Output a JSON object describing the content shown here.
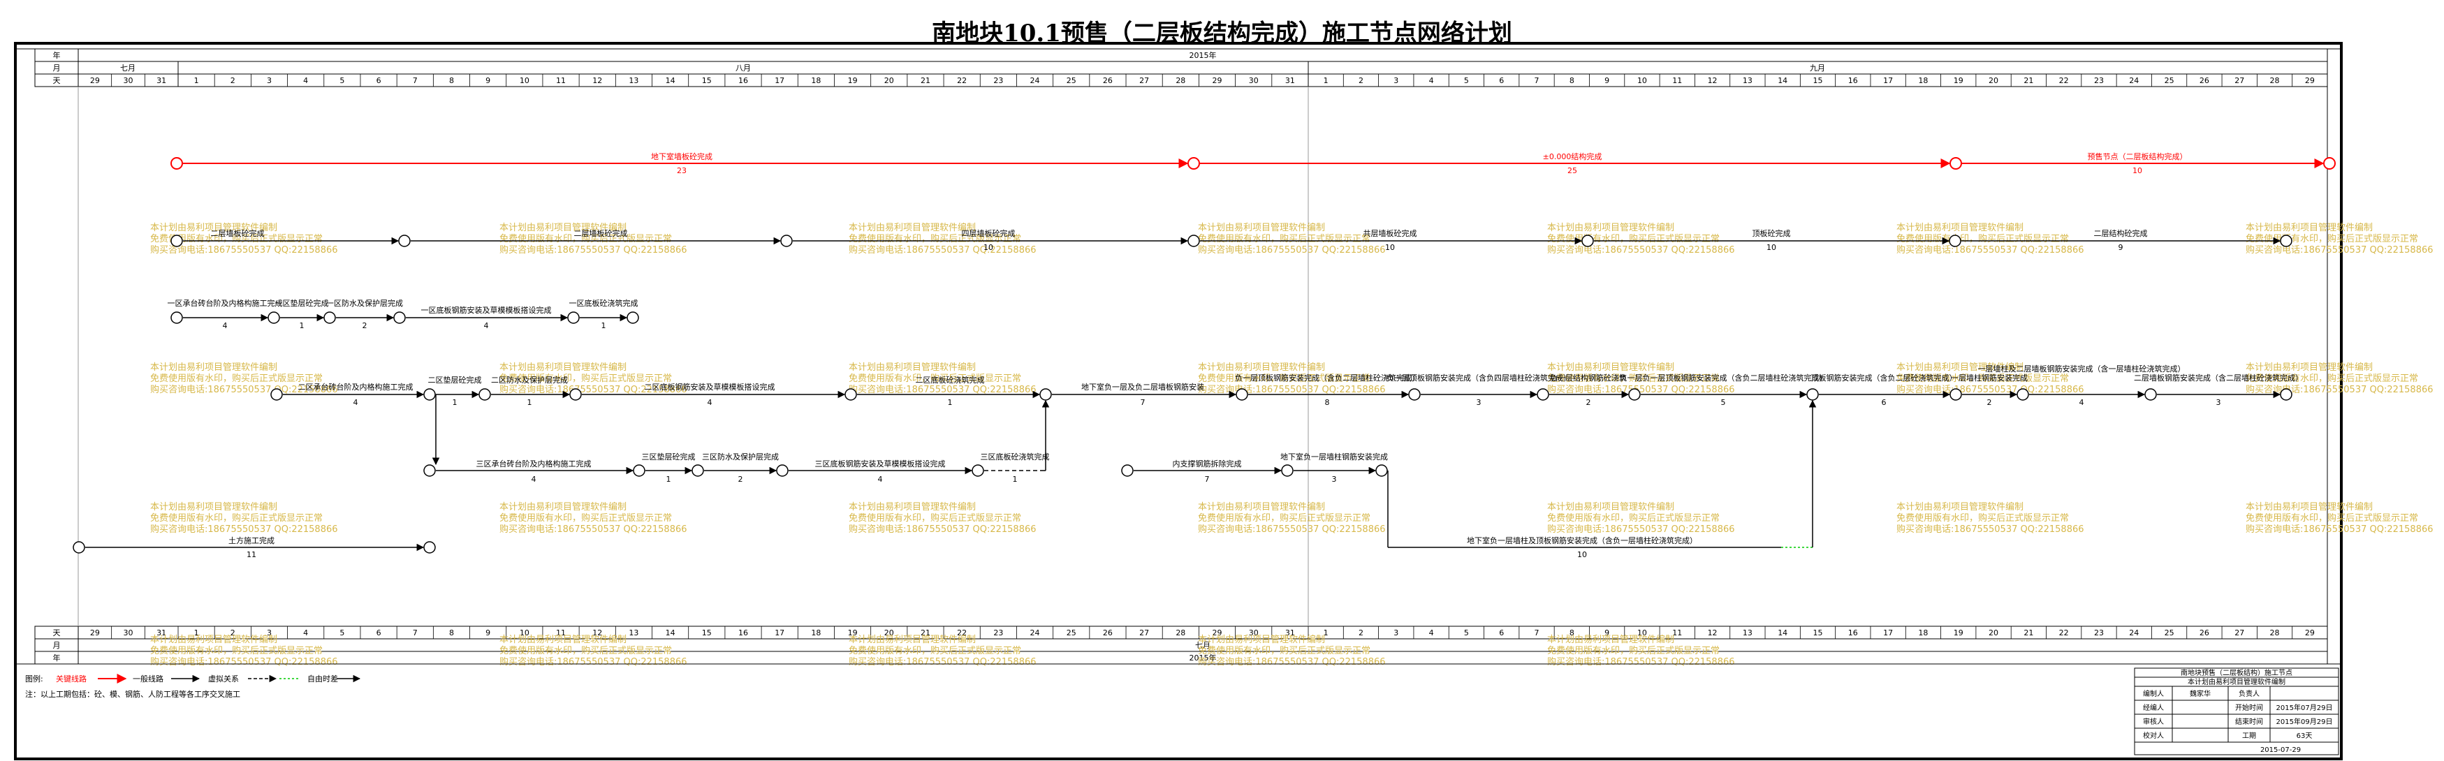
{
  "title": "南地块10.1预售（二层板结构完成）施工节点网络计划",
  "header": {
    "row_labels": {
      "year": "年",
      "month": "月",
      "day": "天"
    },
    "year": "2015年",
    "months_top": [
      "七月",
      "八月",
      "九月"
    ],
    "months_bottom": [
      "七月"
    ],
    "days_jul": [
      "29",
      "30",
      "31"
    ],
    "days_aug": [
      "1",
      "2",
      "3",
      "4",
      "5",
      "6",
      "7",
      "8",
      "9",
      "10",
      "11",
      "12",
      "13",
      "14",
      "15",
      "16",
      "17",
      "18",
      "19",
      "20",
      "21",
      "22",
      "23",
      "24",
      "25",
      "26",
      "27",
      "28",
      "29",
      "30",
      "31"
    ],
    "days_sep": [
      "1",
      "2",
      "3",
      "4",
      "5",
      "6",
      "7",
      "8",
      "9",
      "10",
      "11",
      "12",
      "13",
      "14",
      "15",
      "16",
      "17",
      "18",
      "19",
      "20",
      "21",
      "22",
      "23",
      "24",
      "25",
      "26",
      "27",
      "28",
      "29"
    ]
  },
  "watermark": {
    "line1": "本计划由易利项目管理软件编制",
    "line2": "免费使用版有水印，购买后正式版显示正常",
    "line3": "购买咨询电话:18675550537 QQ:22158866"
  },
  "critical_path": [
    {
      "label": "地下室墙板砼完成",
      "dur": "23"
    },
    {
      "label": "±0.000结构完成",
      "dur": "25"
    },
    {
      "label": "预售节点（二层板结构完成）",
      "dur": "10"
    }
  ],
  "rows": {
    "r2": [
      {
        "label": "二层墙板砼完成",
        "dur": ""
      },
      {
        "label": "二层墙板砼完成",
        "dur": ""
      },
      {
        "label": "四层墙板砼完成",
        "dur": "10"
      },
      {
        "label": "共层墙板砼完成",
        "dur": "10"
      },
      {
        "label": "顶板砼完成",
        "dur": "10"
      },
      {
        "label": "二层结构砼完成",
        "dur": "9"
      }
    ],
    "r3": [
      {
        "label": "一区承台砖台阶及内格构施工完成",
        "dur": "4"
      },
      {
        "label": "一区垫层砼完成",
        "dur": "1"
      },
      {
        "label": "一区防水及保护层完成",
        "dur": "2"
      },
      {
        "label": "一区底板钢筋安装及草模模板搭设完成",
        "dur": "4"
      },
      {
        "label": "一区底板砼浇筑完成",
        "dur": "1"
      }
    ],
    "r4": [
      {
        "label": "二区承台砖台阶及内格构施工完成",
        "dur": "4"
      },
      {
        "label": "二区垫层砼完成",
        "dur": "1"
      },
      {
        "label": "二区防水及保护层完成",
        "dur": "1"
      },
      {
        "label": "二区底板钢筋安装及草模模板搭设完成",
        "dur": "4"
      },
      {
        "label": "二区底板砼浇筑完成",
        "dur": "1"
      },
      {
        "label": "地下室负一层及负二层墙板钢筋安装",
        "dur": "7"
      },
      {
        "label": "负一层顶板钢筋安装完成（含负二层墙柱砼浇筑完成）",
        "dur": "8"
      },
      {
        "label": "负一层顶板钢筋安装完成（含负四层墙柱砼浇筑完成）",
        "dur": "3"
      },
      {
        "label": "负一层结构钢筋砼浇筑",
        "dur": "2"
      },
      {
        "label": "负一层负一层顶板钢筋安装完成（含负二层墙柱砼浇筑完成）",
        "dur": "5"
      },
      {
        "label": "顶板钢筋安装完成（含负二层砼浇筑完成）",
        "dur": "6"
      },
      {
        "label": "一层墙柱钢筋安装完成",
        "dur": "2"
      },
      {
        "label": "一层墙柱及二层墙板钢筋安装完成（含一层墙柱砼浇筑完成）",
        "dur": "4"
      },
      {
        "label": "二层墙板钢筋安装完成（含二层墙柱砼浇筑完成）",
        "dur": "3"
      }
    ],
    "r5": [
      {
        "label": "三区承台砖台阶及内格构施工完成",
        "dur": "4"
      },
      {
        "label": "三区垫层砼完成",
        "dur": "1"
      },
      {
        "label": "三区防水及保护层完成",
        "dur": "2"
      },
      {
        "label": "三区底板钢筋安装及草模模板搭设完成",
        "dur": "4"
      },
      {
        "label": "三区底板砼浇筑完成",
        "dur": "1"
      }
    ],
    "r5b": [
      {
        "label": "内支撑钢筋拆除完成",
        "dur": "7"
      },
      {
        "label": "地下室负一层墙柱钢筋安装完成",
        "dur": "3"
      },
      {
        "label": "地下室负一层墙柱及顶板钢筋安装完成（含负一层墙柱砼浇筑完成）",
        "dur": "10"
      }
    ],
    "r6": [
      {
        "label": "土方施工完成",
        "dur": "11"
      }
    ]
  },
  "legend": {
    "prefix": "图例:",
    "critical": "关键线路",
    "normal": "一般线路",
    "virtual": "虚拟关系",
    "free": "自由时差",
    "note": "注：以上工期包括：砼、模、钢筋、人防工程等各工序交叉施工"
  },
  "title_block": {
    "heading": "南地块预售（二层板结构）施工节点",
    "sub": "本计划由易利项目管理软件编制",
    "rows": [
      {
        "k": "编制人",
        "v": "魏家华",
        "k2": "负责人",
        "v2": ""
      },
      {
        "k": "经编人",
        "v": "",
        "k2": "开始时间",
        "v2": "2015年07月29日"
      },
      {
        "k": "审核人",
        "v": "",
        "k2": "结束时间",
        "v2": "2015年09月29日"
      },
      {
        "k": "校对人",
        "v": "",
        "k2": "工期",
        "v2": "63天"
      }
    ],
    "date": "2015-07-29"
  },
  "colors": {
    "critical": "#ff0000",
    "normal": "#000000",
    "watermark": "#d7b84a",
    "free_float": "#00cc00"
  }
}
